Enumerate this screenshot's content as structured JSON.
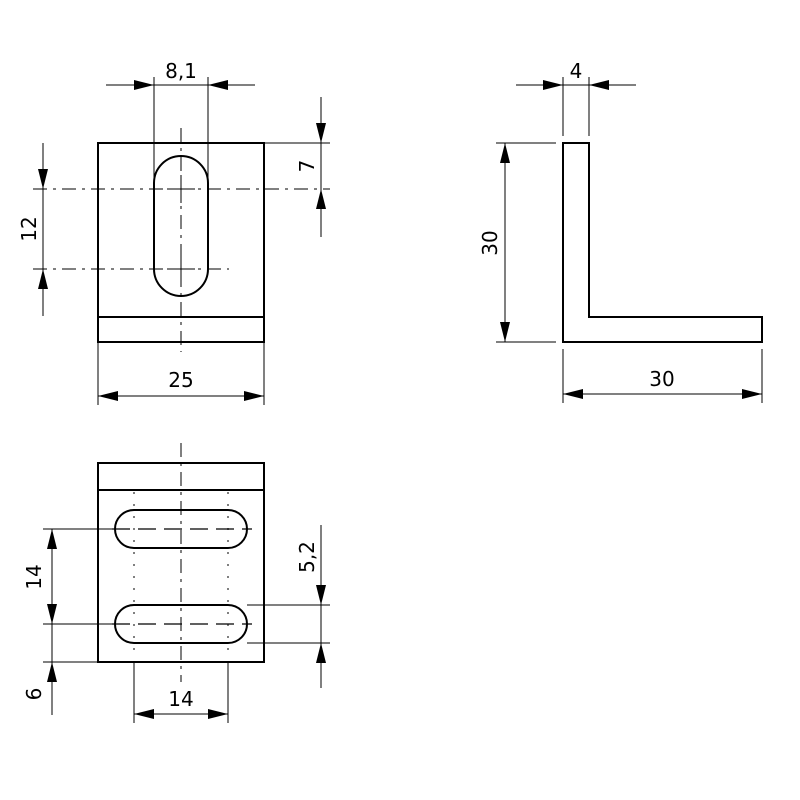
{
  "drawing": {
    "front_view": {
      "dims": {
        "slot_width": "8,1",
        "slot_depth": "7",
        "hole_spacing": "12",
        "total_width": "25"
      }
    },
    "side_view": {
      "dims": {
        "thickness": "4",
        "height": "30",
        "length": "30"
      }
    },
    "top_view": {
      "dims": {
        "slot_pitch": "14",
        "edge_offset": "6",
        "slot_width": "5,2",
        "slot_span": "14"
      }
    }
  }
}
